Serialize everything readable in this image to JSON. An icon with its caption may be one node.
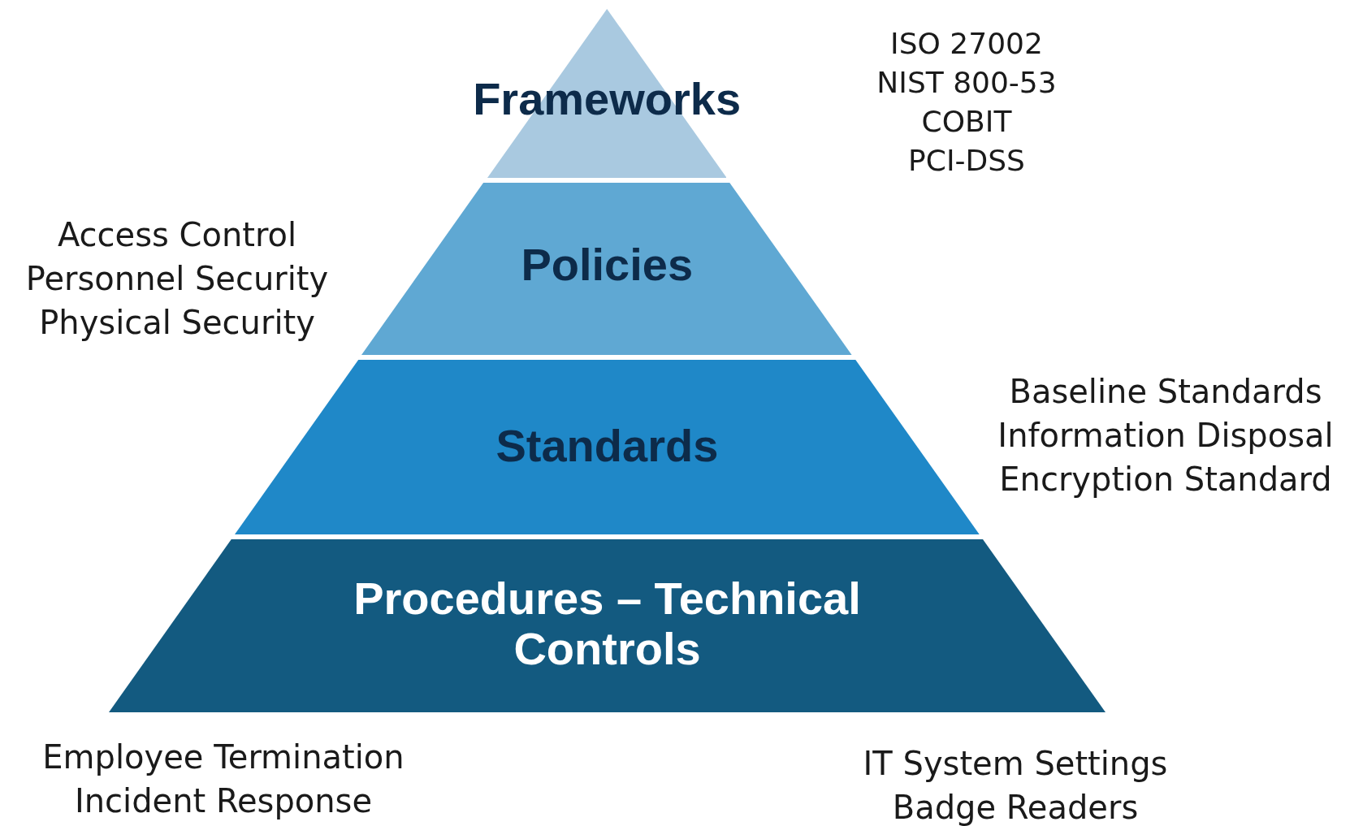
{
  "diagram": {
    "nodes": [
      {
        "text": [
          "Frameworks"
        ],
        "beside": [
          "ISO 27002",
          "NIST 800-53",
          "COBIT",
          "PCI-DSS"
        ]
      },
      {
        "text": [
          "Policies"
        ],
        "beside": [
          "Access Control",
          "Personnel Security",
          "Physical Security"
        ]
      },
      {
        "text": [
          "Standards"
        ],
        "beside": [
          "Baseline Standards",
          "Information Disposal",
          "Encryption Standard"
        ]
      },
      {
        "text": [
          "Procedures – Technical Controls"
        ],
        "beside": [
          "Employee Termination",
          "Incident Response",
          "IT System Settings",
          "Badge Readers"
        ]
      }
    ]
  }
}
